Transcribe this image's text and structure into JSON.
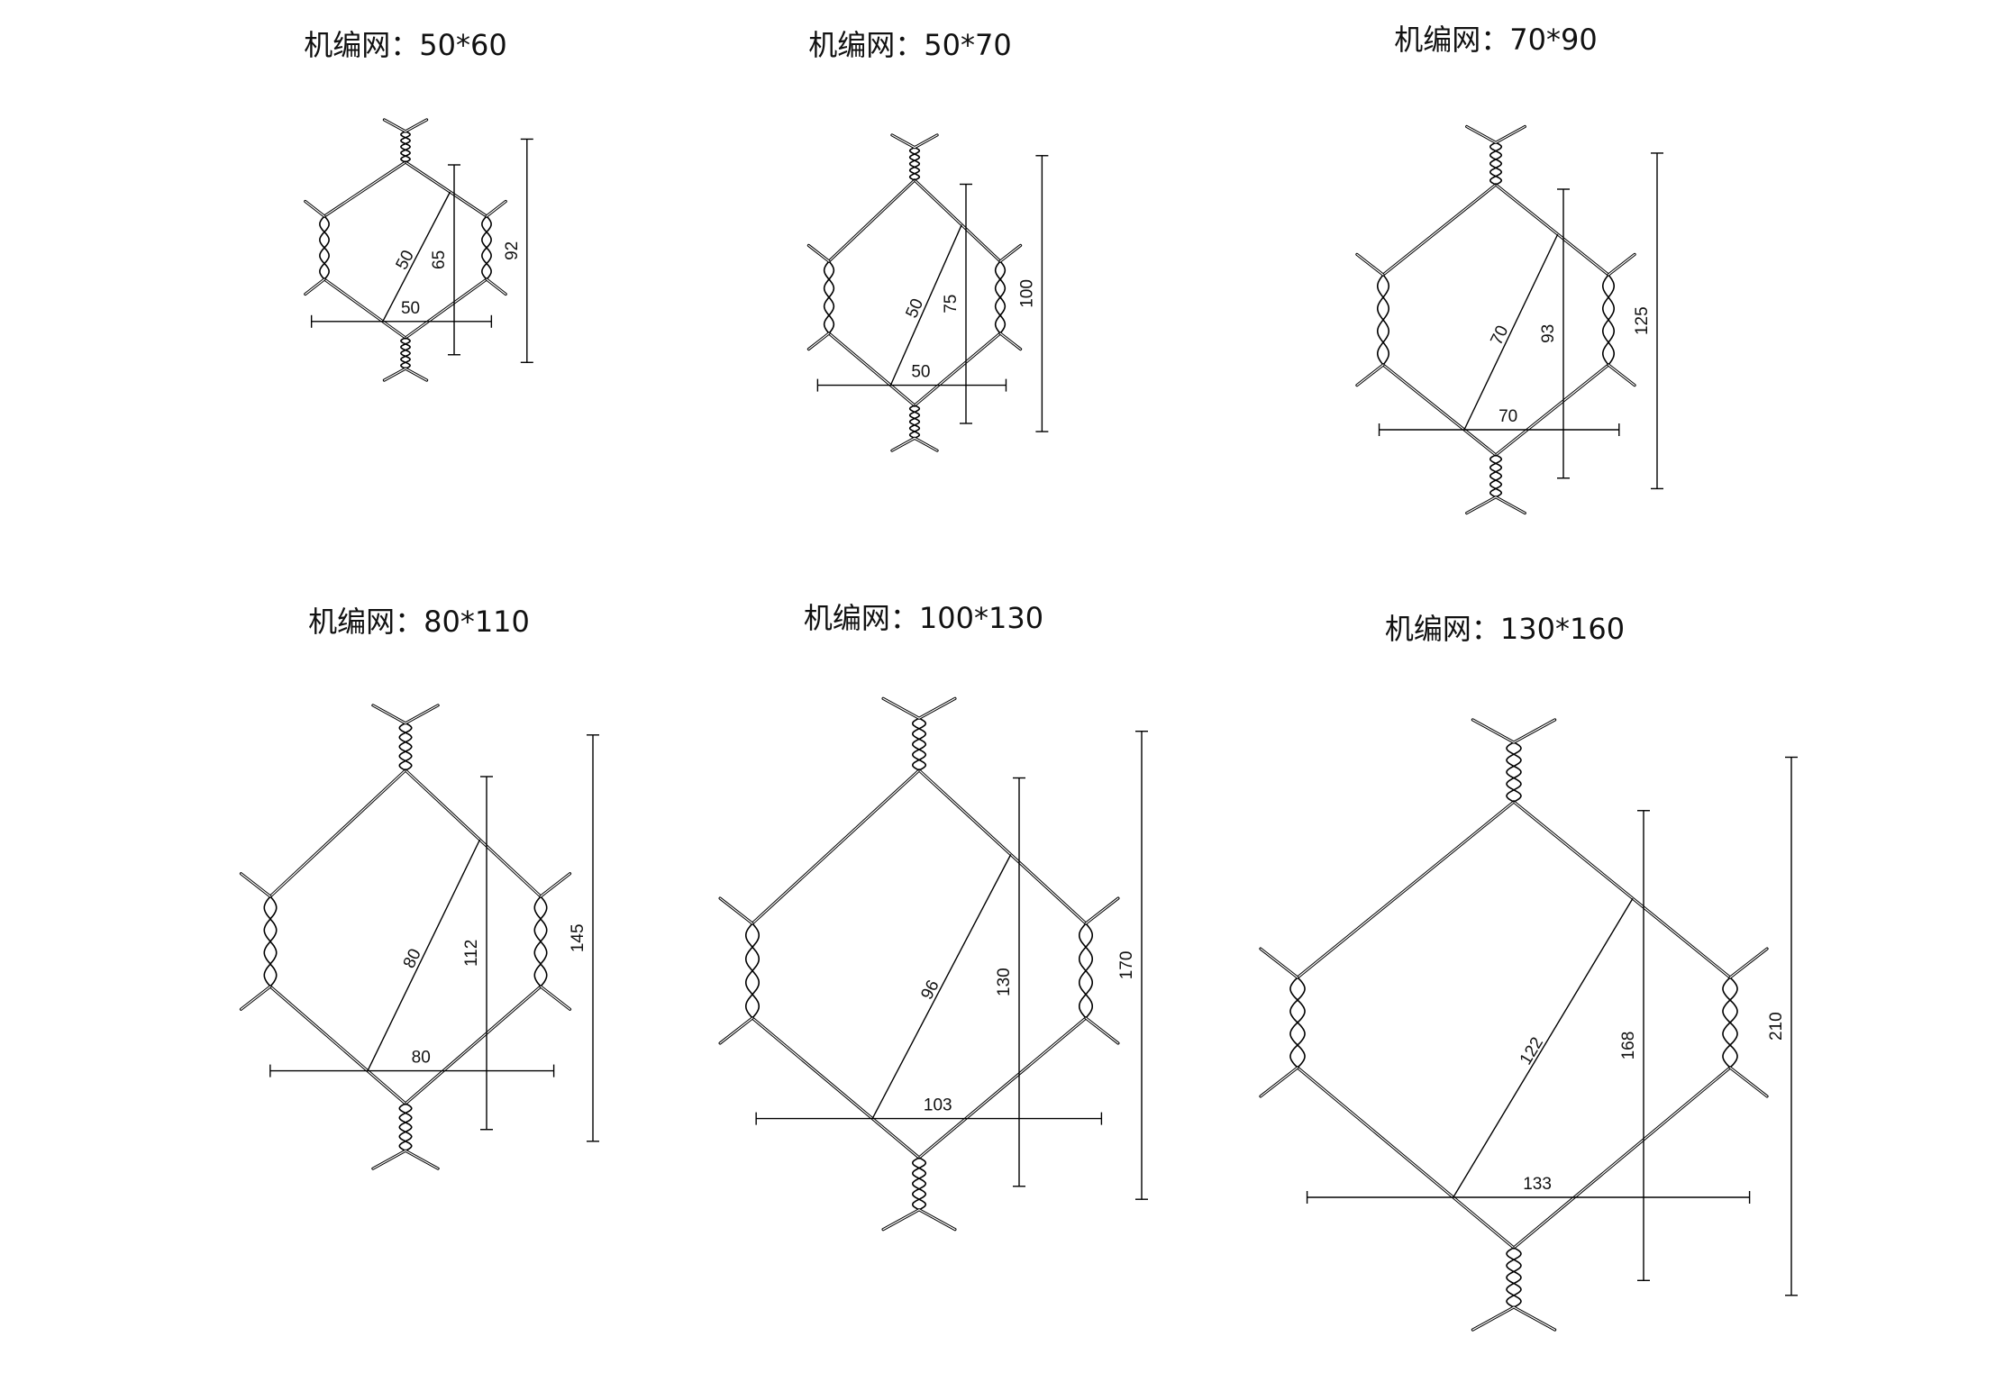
{
  "panels": [
    {
      "title": "机编网：50*60",
      "dimensions": {
        "diagonal": "50",
        "width": "50",
        "inner_height": "65",
        "total_height": "92"
      }
    },
    {
      "title": "机编网：50*70",
      "dimensions": {
        "diagonal": "50",
        "width": "50",
        "inner_height": "75",
        "total_height": "100"
      }
    },
    {
      "title": "机编网：70*90",
      "dimensions": {
        "diagonal": "70",
        "width": "70",
        "inner_height": "93",
        "total_height": "125"
      }
    },
    {
      "title": "机编网：80*110",
      "dimensions": {
        "diagonal": "80",
        "width": "80",
        "inner_height": "112",
        "total_height": "145"
      }
    },
    {
      "title": "机编网：100*130",
      "dimensions": {
        "diagonal": "96",
        "width": "103",
        "inner_height": "130",
        "total_height": "170"
      }
    },
    {
      "title": "机编网：130*160",
      "dimensions": {
        "diagonal": "122",
        "width": "133",
        "inner_height": "168",
        "total_height": "210"
      }
    }
  ]
}
